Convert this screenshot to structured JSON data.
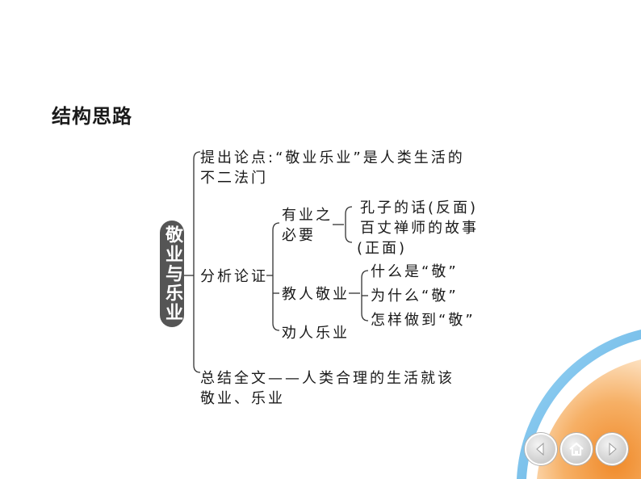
{
  "title": "结构思路",
  "root": "敬业与乐业",
  "branch1": {
    "line1": "提出论点:“敬业乐业”是人类生活的",
    "line2": "不二法门"
  },
  "branch2": {
    "label": "分析论证",
    "sub1": {
      "line1": "有业之",
      "line2": "必要",
      "items": [
        "孔子的话(反面)",
        "百丈禅师的故事",
        "(正面)"
      ]
    },
    "sub2": {
      "label": "教人敬业",
      "items": [
        "什么是“敬”",
        "为什么“敬”",
        "怎样做到“敬”"
      ]
    },
    "sub3": {
      "label": "劝人乐业"
    }
  },
  "branch3": {
    "line1": "总结全文——人类合理的生活就该",
    "line2": "敬业、乐业"
  },
  "nav": {
    "prev_icon": "arrow-left-icon",
    "home_icon": "home-icon",
    "next_icon": "arrow-right-icon"
  },
  "colors": {
    "accent_orange": "#f5a04a",
    "accent_blue": "#5fb4e6",
    "root_bg": "#555555"
  }
}
